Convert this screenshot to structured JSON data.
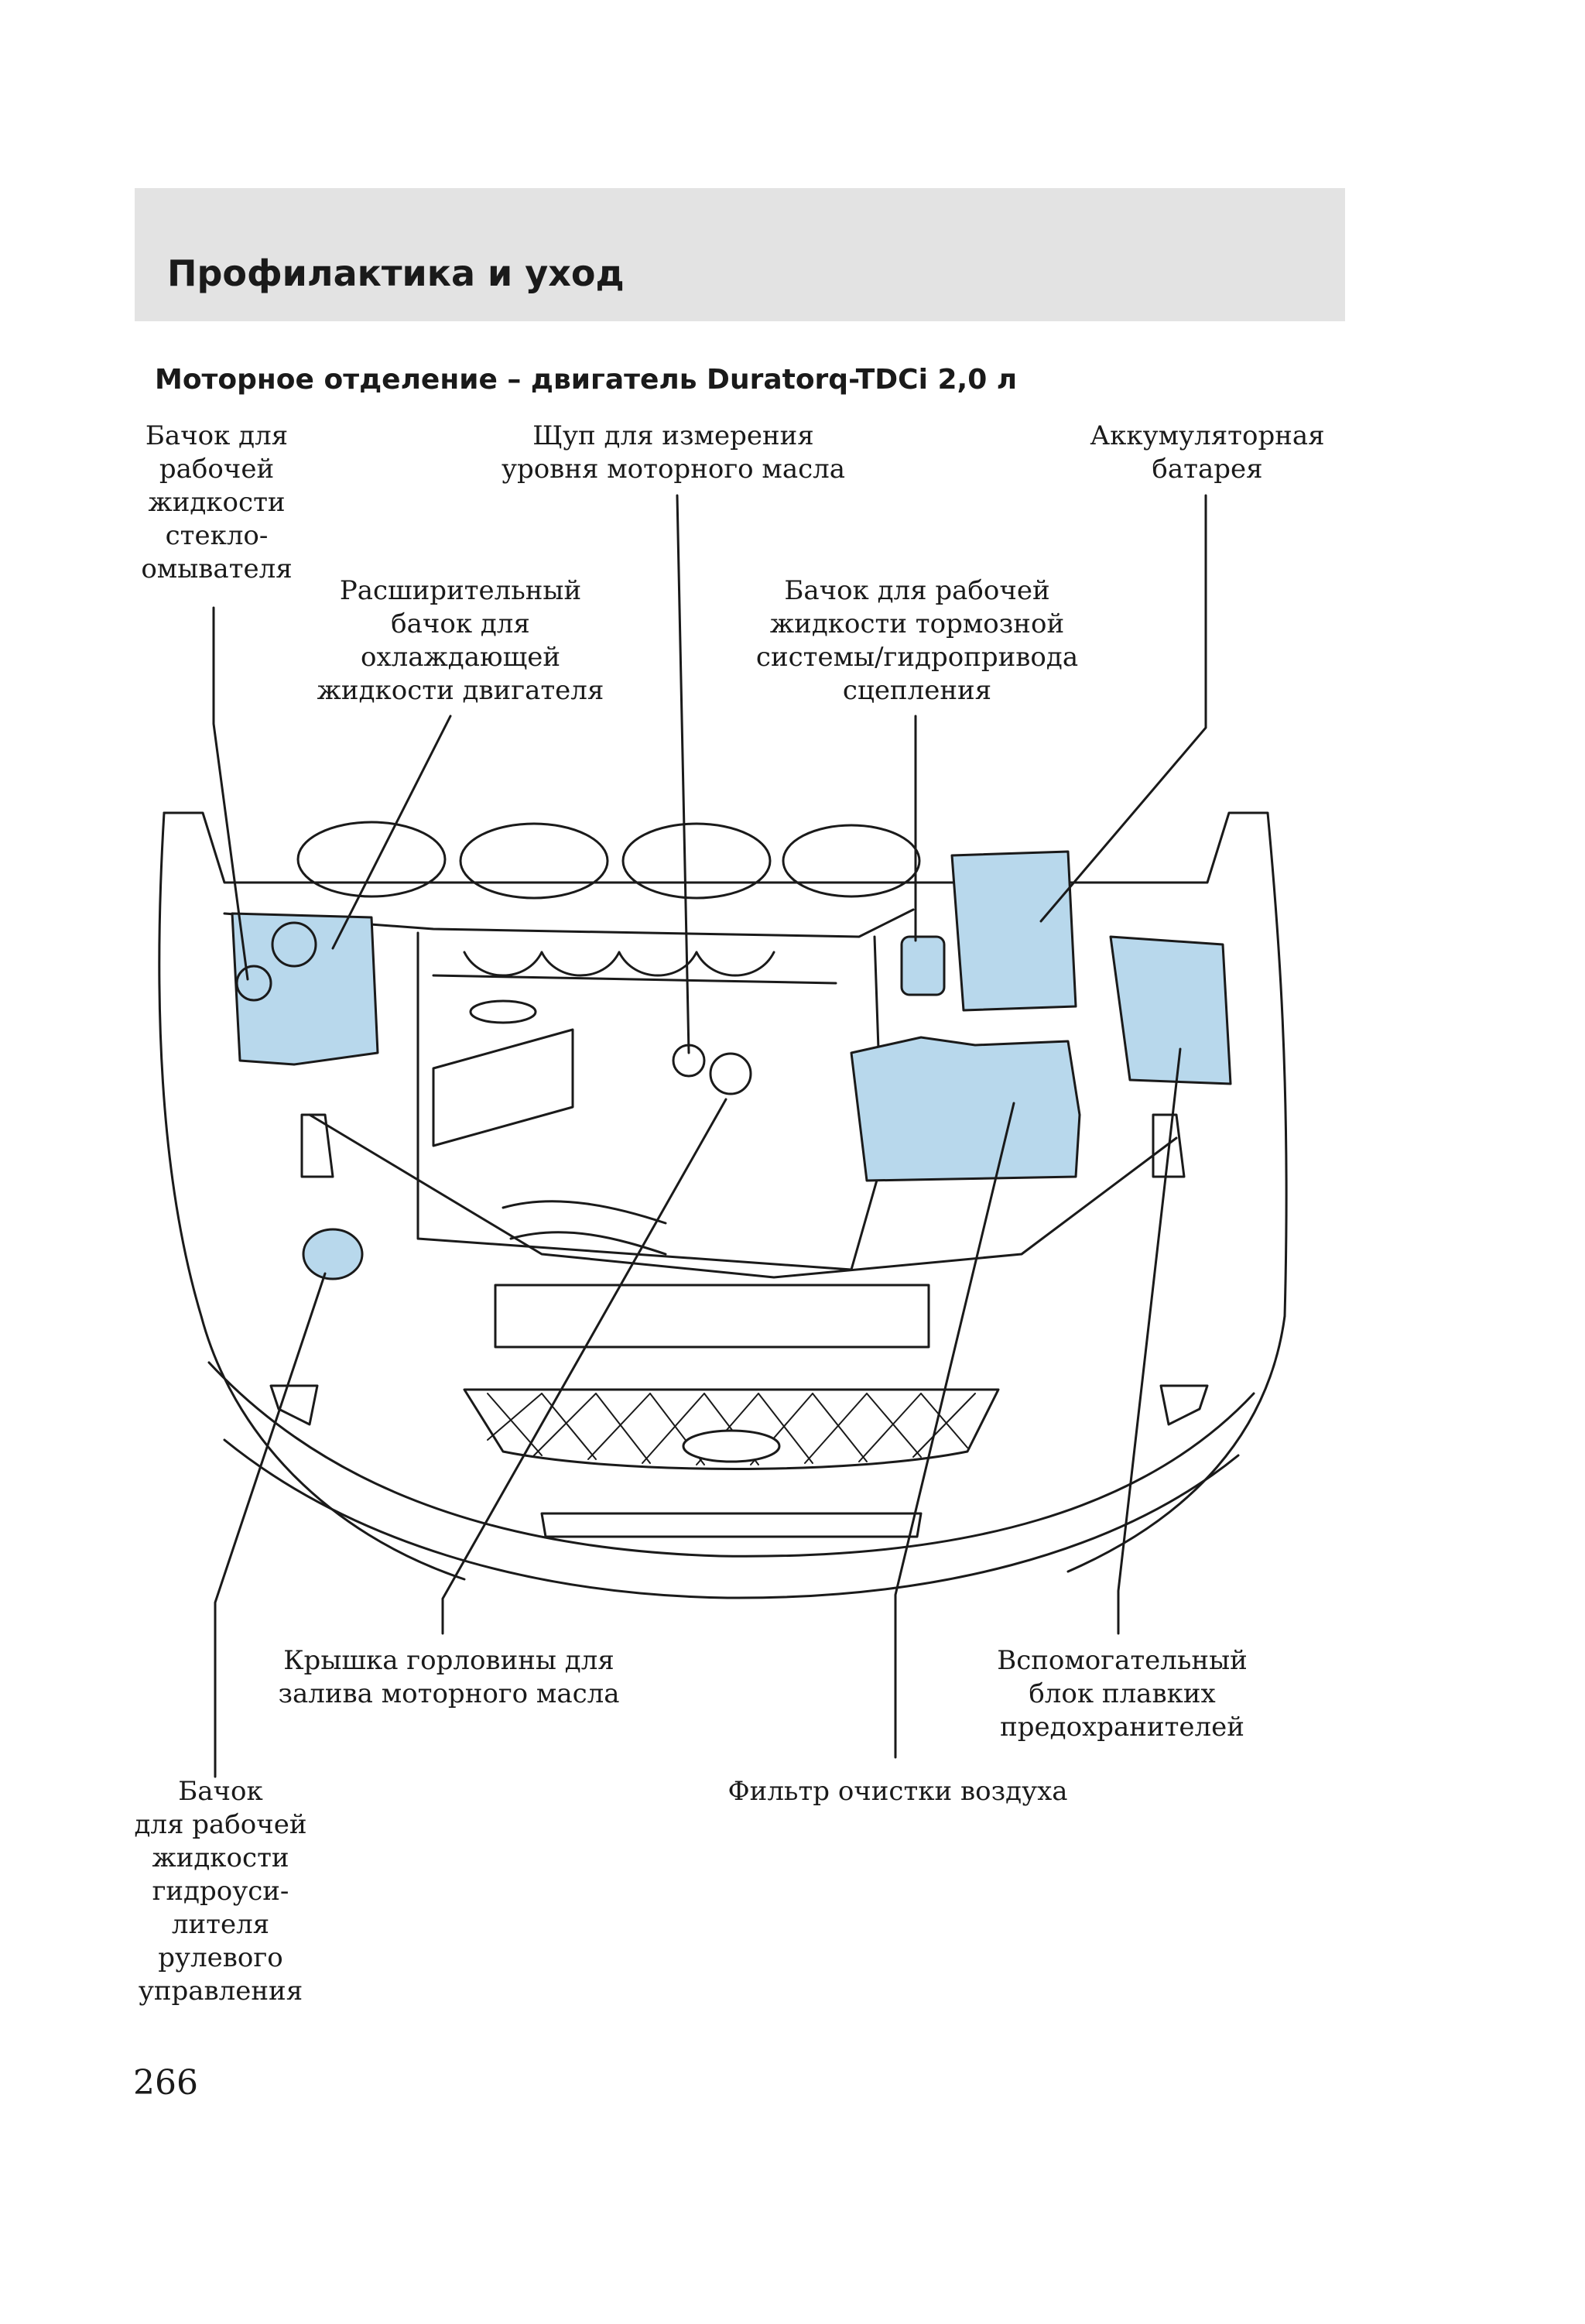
{
  "section": {
    "title": "Профилактика и уход"
  },
  "diagram": {
    "title": "Моторное отделение – двигатель Duratorq-TDCi 2,0 л",
    "callouts": {
      "washer_reservoir": "Бачок для\nрабочей\nжидкости\nстекло-\nомывателя",
      "coolant_tank": "Расширительный\nбачок для\nохлаждающей\nжидкости двигателя",
      "dipstick": "Щуп для измерения\nуровня моторного масла",
      "brake_fluid": "Бачок для рабочей\nжидкости тормозной\nсистемы/гидропривода\nсцепления",
      "battery": "Аккумуляторная\nбатарея",
      "oil_filler_cap": "Крышка горловины для\nзалива моторного масла",
      "fuse_box": "Вспомогательный\nблок плавких\nпредохранителей",
      "air_filter": "Фильтр очистки воздуха",
      "power_steering": "Бачок\nдля рабочей\nжидкости\nгидроуси-\nлителя\nрулевого\nуправления"
    },
    "highlight_color": "#b8d8ec",
    "line_color": "#1a1a1a"
  },
  "page": {
    "number": "266"
  }
}
